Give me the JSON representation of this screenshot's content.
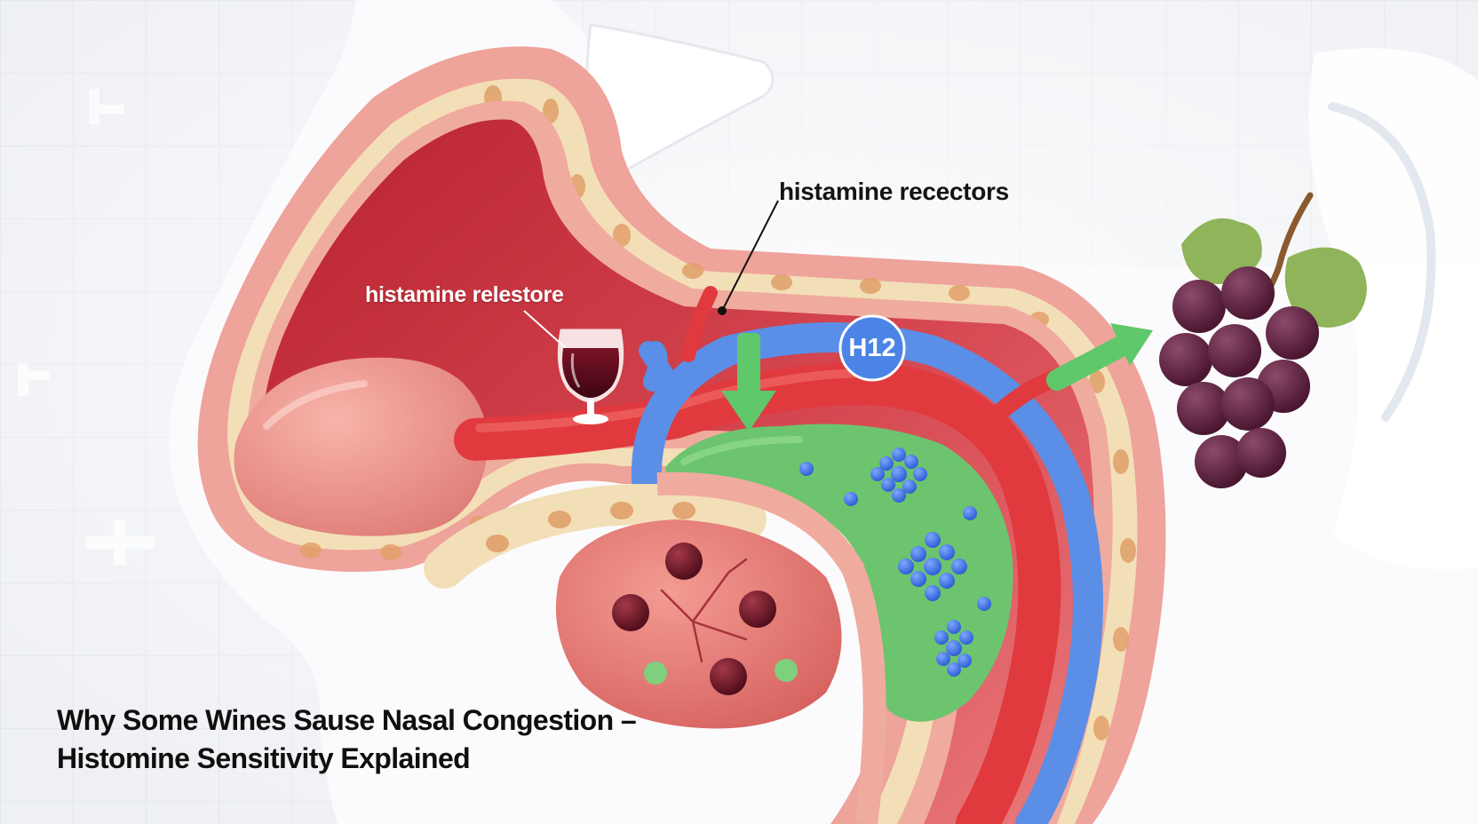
{
  "labels": {
    "receptors": "histamine recectors",
    "release": "histamine relestore",
    "receptor_badge": "H12"
  },
  "title": {
    "line1": "Why Some Wines Sause Nasal Congestion –",
    "line2": "Histomine Sensitivity Explained"
  },
  "colors": {
    "background": "#eef0f4",
    "mucosa": "#eea39b",
    "cavity": "#c9303c",
    "fat_layer": "#f3dfb7",
    "artery": "#e03a3e",
    "vein": "#5b8ee6",
    "tissue": "#6cc46f",
    "mast_granules": "#3f6fe0",
    "arrow": "#5fc86b",
    "wine": "#5b0b1c",
    "grape": "#5c1f3c",
    "leaf": "#8fb45a"
  },
  "icons": [
    "wine-glass-icon",
    "grape-cluster-icon",
    "arrow-down-icon",
    "arrow-up-right-icon"
  ]
}
